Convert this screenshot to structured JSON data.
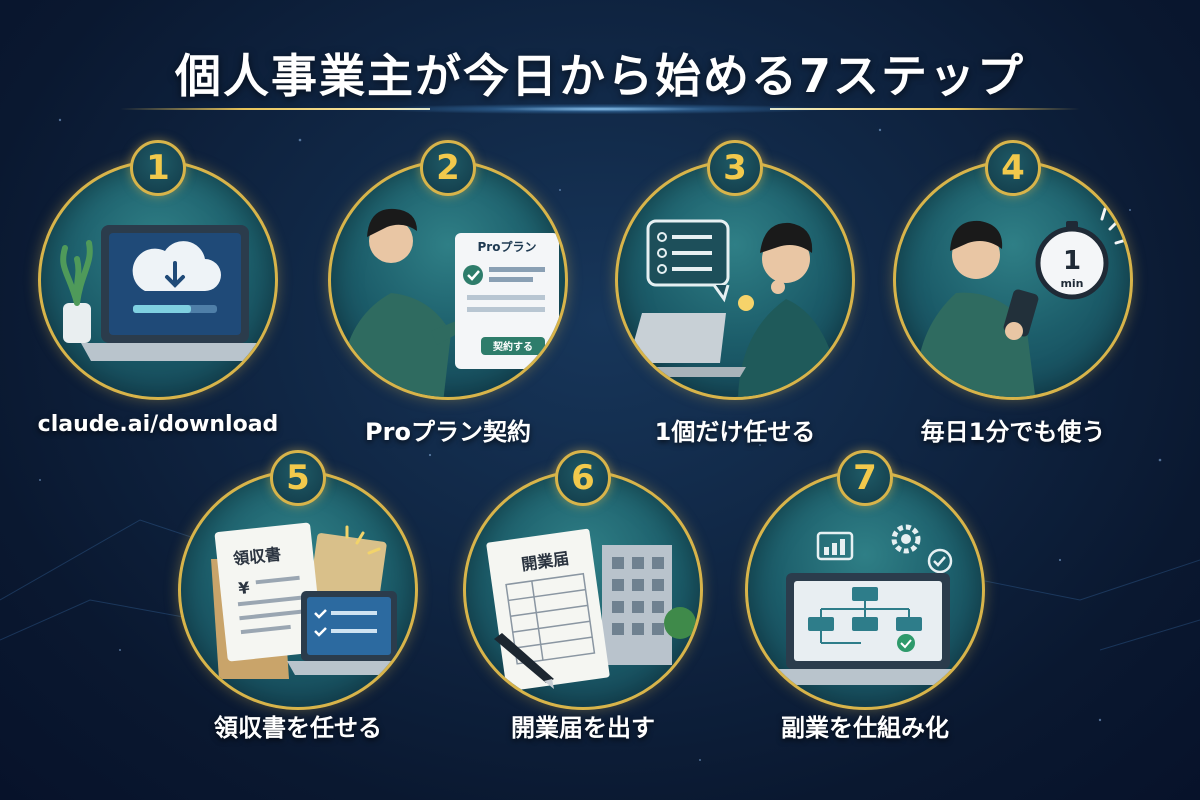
{
  "title": "個人事業主が今日から始める7ステップ",
  "colors": {
    "background": "#0f2441",
    "accent_gold": "#d8b44a",
    "number_gold": "#f2c94c",
    "circle_teal": "#1c5d6a",
    "text": "#ffffff"
  },
  "steps": [
    {
      "number": "1",
      "label": "claude.ai/download",
      "icon": "laptop-cloud-download-icon"
    },
    {
      "number": "2",
      "label": "Proプラン契約",
      "icon": "person-plan-card-icon",
      "card_title": "Proプラン",
      "card_button": "契約する"
    },
    {
      "number": "3",
      "label": "1個だけ任せる",
      "icon": "person-thinking-checklist-icon"
    },
    {
      "number": "4",
      "label": "毎日1分でも使う",
      "icon": "person-phone-timer-icon",
      "timer_value": "1",
      "timer_unit": "min"
    },
    {
      "number": "5",
      "label": "領収書を任せる",
      "icon": "receipt-laptop-icon",
      "doc_title": "領収書",
      "doc_symbol": "¥"
    },
    {
      "number": "6",
      "label": "開業届を出す",
      "icon": "business-form-building-icon",
      "doc_title": "開業届"
    },
    {
      "number": "7",
      "label": "副業を仕組み化",
      "icon": "laptop-workflow-gear-icon"
    }
  ]
}
